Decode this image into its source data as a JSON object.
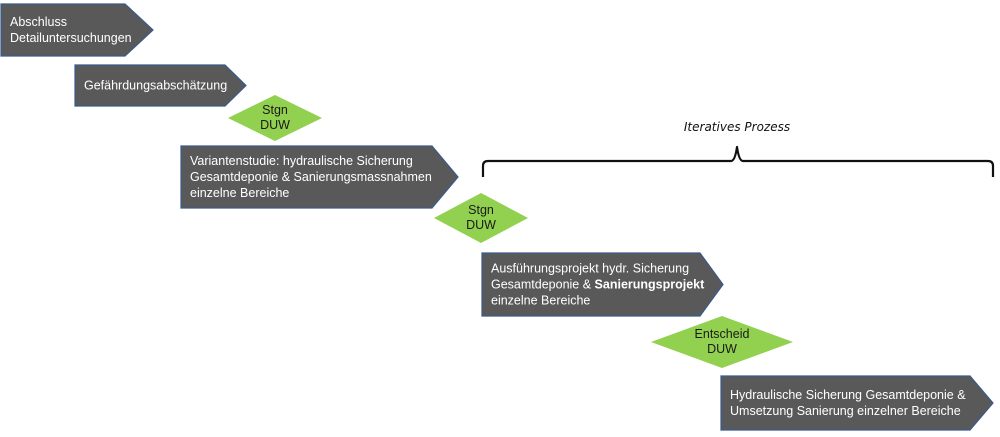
{
  "colors": {
    "step_fill": "#595959",
    "step_border": "#3a5a8c",
    "step_text": "#ffffff",
    "decision_fill": "#92d050",
    "decision_text": "#1a1a1a"
  },
  "steps": [
    {
      "lines": [
        [
          {
            "text": "Abschluss",
            "bold": false
          }
        ],
        [
          {
            "text": "Detailuntersuchungen",
            "bold": false
          }
        ]
      ]
    },
    {
      "lines": [
        [
          {
            "text": "Gefährdungsabschätzung",
            "bold": false
          }
        ]
      ]
    },
    {
      "lines": [
        [
          {
            "text": "Variantenstudie: hydraulische Sicherung",
            "bold": false
          }
        ],
        [
          {
            "text": "Gesamtdeponie & Sanierungsmassnahmen",
            "bold": false
          }
        ],
        [
          {
            "text": "einzelne Bereiche",
            "bold": false
          }
        ]
      ]
    },
    {
      "lines": [
        [
          {
            "text": "Ausführungsprojekt hydr. Sicherung",
            "bold": false
          }
        ],
        [
          {
            "text": "Gesamtdeponie & ",
            "bold": false
          },
          {
            "text": "Sanierungsprojekt",
            "bold": true
          }
        ],
        [
          {
            "text": "einzelne Bereiche",
            "bold": false
          }
        ]
      ]
    },
    {
      "lines": [
        [
          {
            "text": "Hydraulische Sicherung Gesamtdeponie &",
            "bold": false
          }
        ],
        [
          {
            "text": "Umsetzung Sanierung einzelner Bereiche",
            "bold": false
          }
        ]
      ]
    }
  ],
  "decisions": [
    {
      "lines": [
        "Stgn",
        "DUW"
      ]
    },
    {
      "lines": [
        "Stgn",
        "DUW"
      ]
    },
    {
      "lines": [
        "Entscheid",
        "DUW"
      ]
    }
  ],
  "brace": {
    "label": "Iteratives Prozess"
  }
}
